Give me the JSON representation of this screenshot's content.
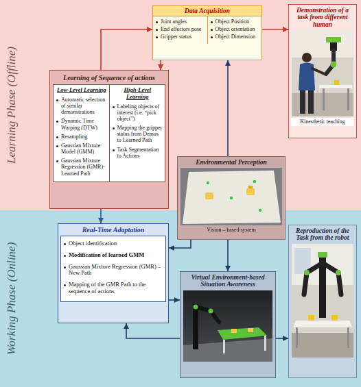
{
  "diagram": {
    "nodes": [
      {
        "text": [
          "Learning Phase (Offline)"
        ]
      },
      {
        "text": [
          "Data Acquisition",
          "Joint angles",
          "End effectors pose",
          "Gripper status",
          "Object Position",
          "Object orientation",
          "Object Dimension"
        ],
        "in": 0
      },
      {
        "text": [
          "Demonstration of a task from different human",
          "Kinesthetic teaching"
        ],
        "in": 0
      },
      {
        "text": [
          "Learning of Sequence of actions",
          "Low-Level Learning",
          "Automatic selection of similar demonstrations",
          "Dynamic Time Warping (DTW)",
          "Resampling",
          "Gaussian Mixture Model (GMM)",
          "Gaussian Mixture Regression (GMR)- Learned Path",
          "High-Level Learning",
          "Labeling objects of interest (i.e. “pick object”)",
          "Mapping the gripper status from Demos to Learned Path",
          "Task Segmentation to Actions"
        ],
        "in": 0
      },
      {
        "text": [
          "Environmental Perception",
          "Vision – based system"
        ]
      },
      {
        "text": [
          "Working Phase (Online)"
        ]
      },
      {
        "text": [
          "Real-Time Adaptation",
          "Object identification",
          "Modification of learned GMM",
          "Gaussian Mixture Regression (GMR) – New Path",
          "Mapping of the GMR Path to the sequence of actions"
        ],
        "in": 5
      },
      {
        "text": [
          "Virtual Environment-based Situation Awareness"
        ],
        "in": 5
      },
      {
        "text": [
          "Reproduction of the Task from the robot"
        ],
        "in": 5
      }
    ],
    "edges": [
      {
        "from": 3,
        "to": 1,
        "arrow": "to"
      },
      {
        "from": 1,
        "to": 3,
        "arrow": "to"
      },
      {
        "from": 1,
        "to": 2,
        "arrow": "to"
      },
      {
        "from": 4,
        "to": 1,
        "arrow": "to"
      },
      {
        "from": 3,
        "to": 6,
        "arrow": "to"
      },
      {
        "from": 4,
        "to": 6,
        "arrow": "to"
      },
      {
        "from": 4,
        "to": 7,
        "arrow": "to"
      },
      {
        "from": 6,
        "to": 7,
        "arrow": "to"
      },
      {
        "from": 7,
        "to": 6,
        "arrow": "to"
      },
      {
        "from": 7,
        "to": 8,
        "arrow": "to"
      }
    ]
  }
}
